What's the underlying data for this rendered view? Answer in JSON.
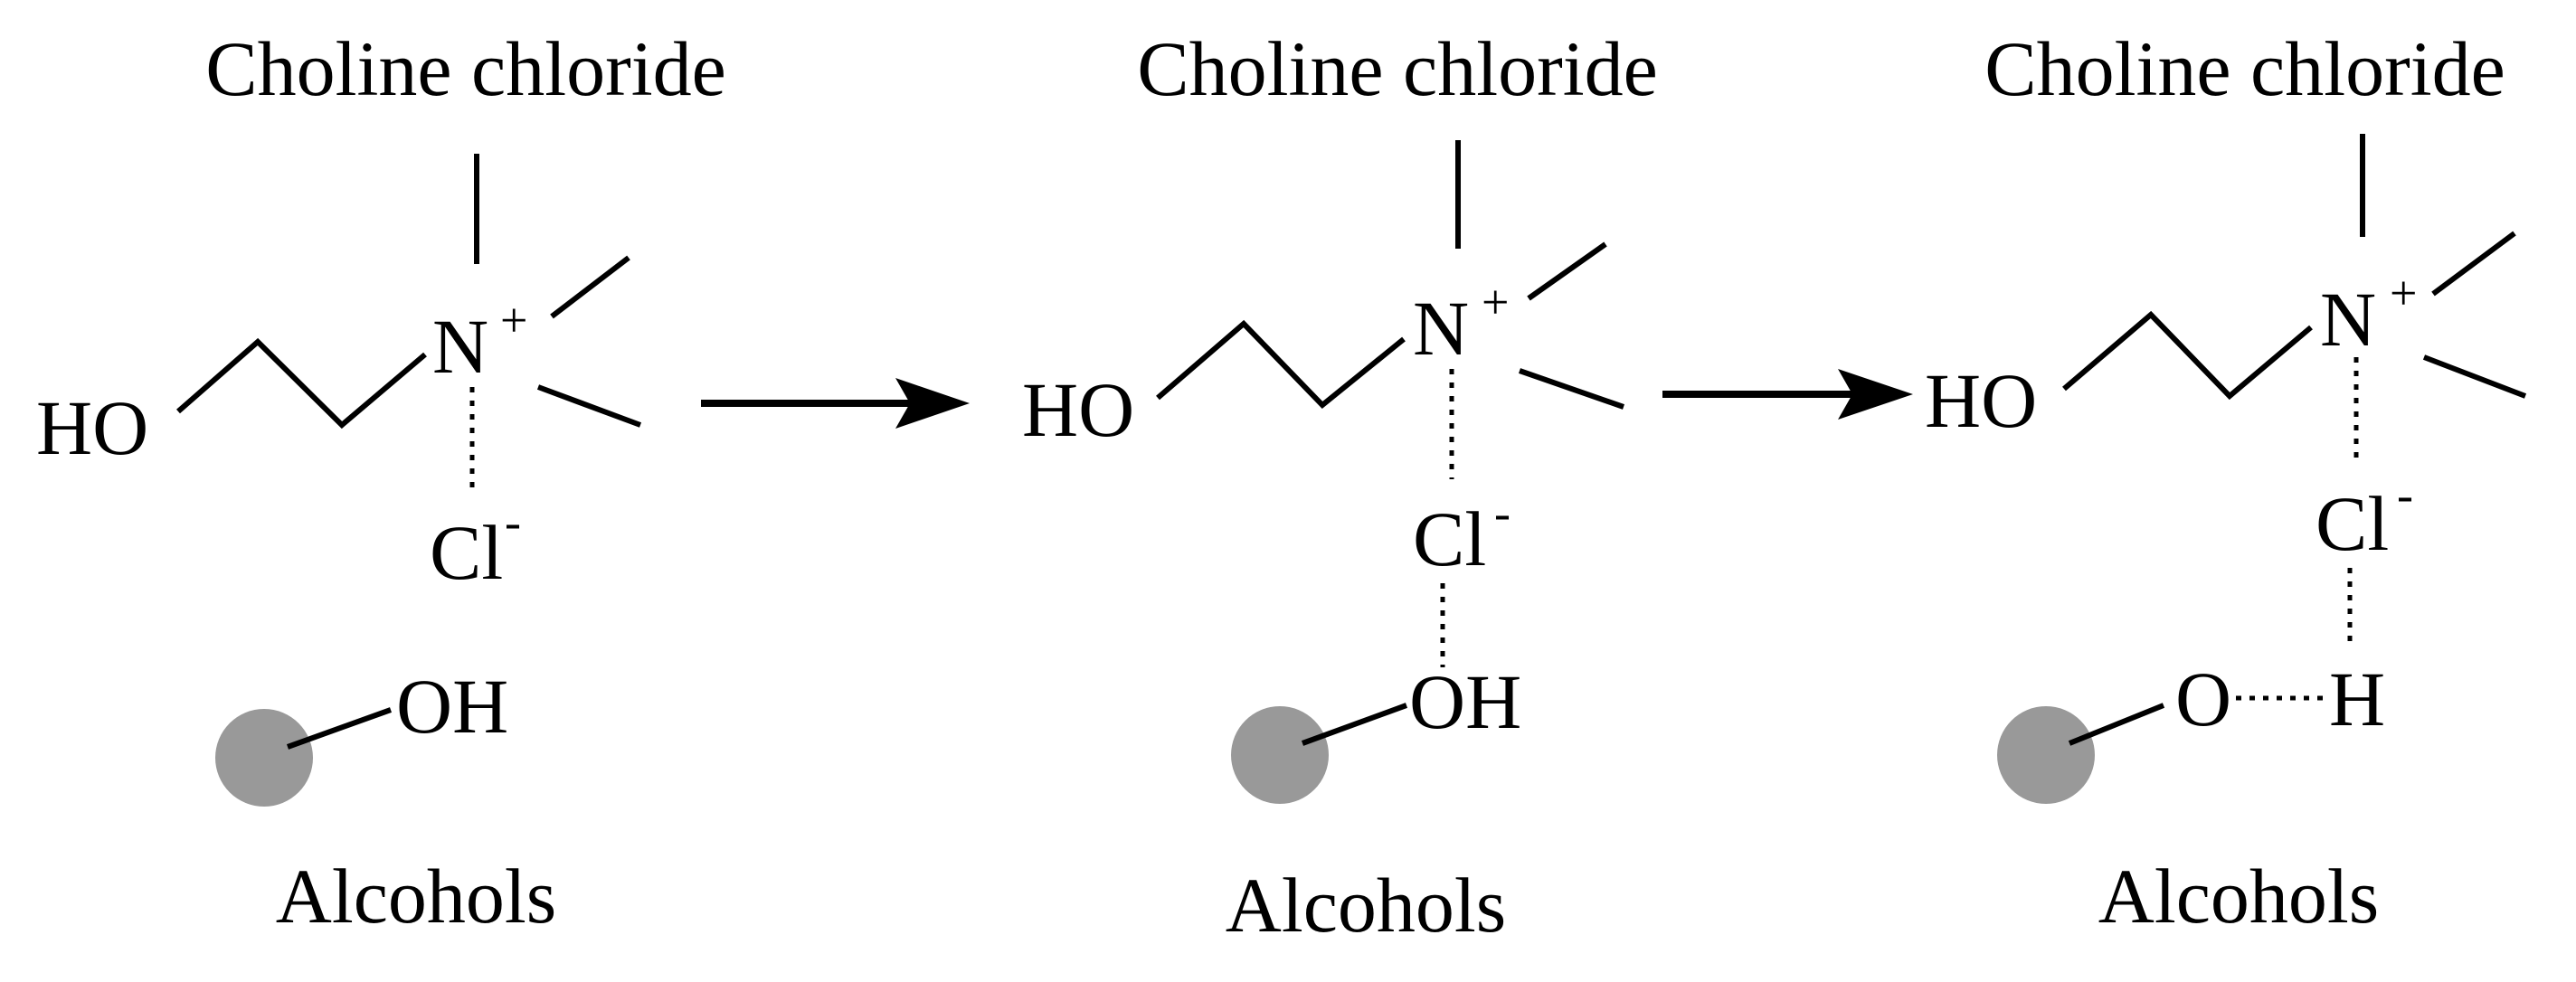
{
  "scheme": {
    "colors": {
      "ink": "#000000",
      "sphere": "#999999",
      "background": "#ffffff"
    },
    "panels": [
      {
        "title": "Choline chloride",
        "atoms": {
          "hydroxyl": "HO",
          "nitrogen": "N",
          "nitrogen_charge": "+",
          "chloride": "Cl",
          "chloride_charge": "-",
          "alcohol_group": "OH"
        },
        "footer": "Alcohols",
        "interaction": "none"
      },
      {
        "title": "Choline chloride",
        "atoms": {
          "hydroxyl": "HO",
          "nitrogen": "N",
          "nitrogen_charge": "+",
          "chloride": "Cl",
          "chloride_charge": "-",
          "alcohol_group": "OH"
        },
        "footer": "Alcohols",
        "interaction": "chloride-to-hydroxyl"
      },
      {
        "title": "Choline chloride",
        "atoms": {
          "hydroxyl": "HO",
          "nitrogen": "N",
          "nitrogen_charge": "+",
          "chloride": "Cl",
          "chloride_charge": "-",
          "alcohol_oxygen": "O",
          "alcohol_hydrogen": "H"
        },
        "footer": "Alcohols",
        "interaction": "chloride-to-hydrogen, oxygen-to-hydrogen"
      }
    ],
    "arrows": [
      {
        "from": "panel-1",
        "to": "panel-2"
      },
      {
        "from": "panel-2",
        "to": "panel-3"
      }
    ]
  }
}
